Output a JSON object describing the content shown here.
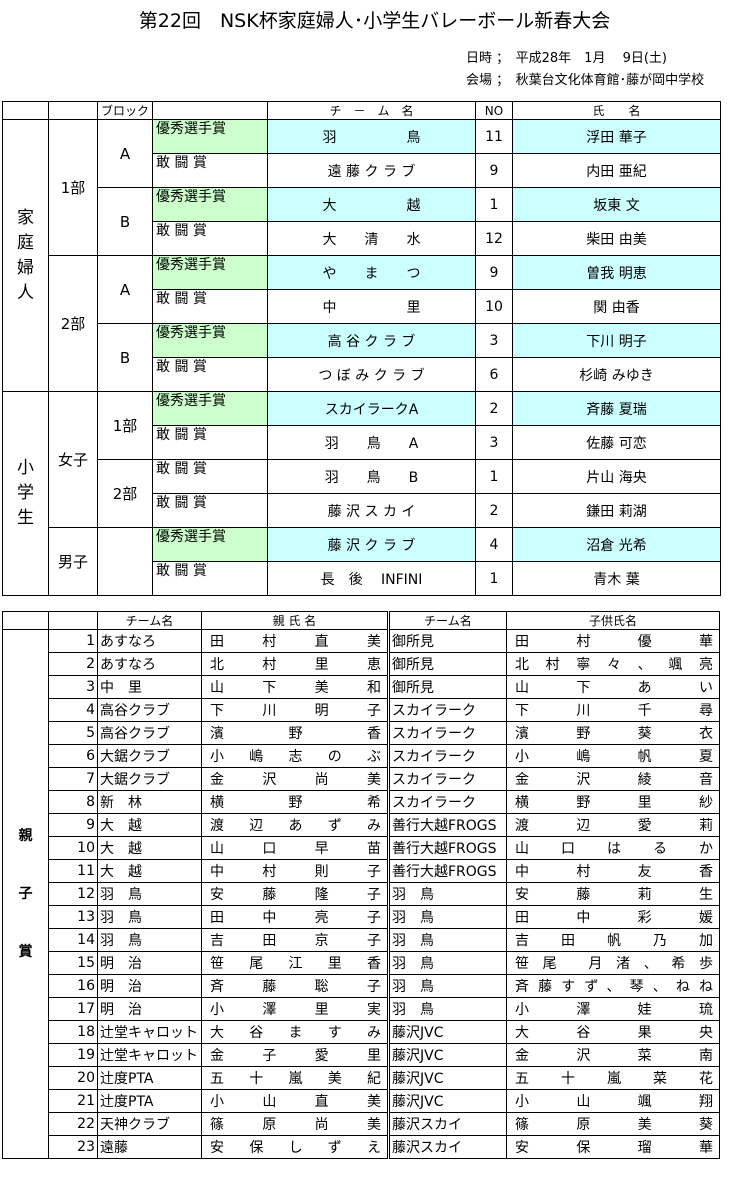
{
  "title": "第22回　NSK杯家庭婦人･小学生バレーボール新春大会",
  "date_line": "日時 ；　平成28年　1月　 9日(土)",
  "venue_line": "会場 ；　秋葉台文化体育館･藤が岡中学校",
  "awards_header": {
    "block": "ブロック",
    "team": "チ　－　ム　名",
    "no": "NO",
    "name": "氏　　名"
  },
  "groups": {
    "katei": "家庭婦人",
    "shogaku": "小学生"
  },
  "levels": {
    "div1": "1部",
    "div2": "2部",
    "girls": "女子",
    "boys": "男子",
    "div1b": "1部",
    "div2b": "2部"
  },
  "blocks": {
    "a1": "A",
    "b1": "B",
    "a2": "A",
    "b2": "B"
  },
  "award_rows": [
    {
      "award": "優秀選手賞",
      "team": "羽　　　　　鳥",
      "no": "11",
      "name": "浮田 華子"
    },
    {
      "award": "敢 闘 賞",
      "team": "遠 藤 ク ラ ブ",
      "no": "9",
      "name": "内田 亜紀"
    },
    {
      "award": "優秀選手賞",
      "team": "大　　　　　越",
      "no": "1",
      "name": "坂東 文"
    },
    {
      "award": "敢 闘 賞",
      "team": "大　　清　　水",
      "no": "12",
      "name": "柴田 由美"
    },
    {
      "award": "優秀選手賞",
      "team": "や　　ま　　つ",
      "no": "9",
      "name": "曽我 明恵"
    },
    {
      "award": "敢 闘 賞",
      "team": "中　　　　　里",
      "no": "10",
      "name": "関 由香"
    },
    {
      "award": "優秀選手賞",
      "team": "高 谷 ク ラ ブ",
      "no": "3",
      "name": "下川 明子"
    },
    {
      "award": "敢 闘 賞",
      "team": "つ ぼ み ク ラ ブ",
      "no": "6",
      "name": "杉崎 みゆき"
    },
    {
      "award": "優秀選手賞",
      "team": "スカイラークA",
      "no": "2",
      "name": "斉藤 夏瑞"
    },
    {
      "award": "敢 闘 賞",
      "team": "羽　　鳥　　A",
      "no": "3",
      "name": "佐藤 可恋"
    },
    {
      "award": "敢 闘 賞",
      "team": "羽　　鳥　　B",
      "no": "1",
      "name": "片山 海央"
    },
    {
      "award": "敢 闘 賞",
      "team": "藤 沢 ス カ イ",
      "no": "2",
      "name": "鎌田 莉湖"
    },
    {
      "award": "優秀選手賞",
      "team": "藤 沢 ク ラ ブ",
      "no": "4",
      "name": "沼倉 光希"
    },
    {
      "award": "敢 闘 賞",
      "team": "長　後　 INFINI",
      "no": "1",
      "name": "青木 葉"
    }
  ],
  "parents_header": {
    "team": "チーム名",
    "parent": "親 氏 名",
    "team2": "チーム名",
    "child": "子供氏名"
  },
  "parents_label": "親子賞",
  "parent_rows": [
    {
      "n": "1",
      "pteam": "あすなろ",
      "parent": "田村直美",
      "cteam": "御所見",
      "child": "田村優華"
    },
    {
      "n": "2",
      "pteam": "あすなろ",
      "parent": "北村里恵",
      "cteam": "御所見",
      "child": "北村寧々、颯亮"
    },
    {
      "n": "3",
      "pteam": "中　里",
      "parent": "山下美和",
      "cteam": "御所見",
      "child": "山下あい"
    },
    {
      "n": "4",
      "pteam": "高谷クラブ",
      "parent": "下川明子",
      "cteam": "スカイラーク",
      "child": "下川千尋"
    },
    {
      "n": "5",
      "pteam": "高谷クラブ",
      "parent": "濱野香",
      "cteam": "スカイラーク",
      "child": "濱野葵衣"
    },
    {
      "n": "6",
      "pteam": "大鋸クラブ",
      "parent": "小嶋志のぶ",
      "cteam": "スカイラーク",
      "child": "小嶋帆夏"
    },
    {
      "n": "7",
      "pteam": "大鋸クラブ",
      "parent": "金沢尚美",
      "cteam": "スカイラーク",
      "child": "金沢綾音"
    },
    {
      "n": "8",
      "pteam": "新　林",
      "parent": "横野希",
      "cteam": "スカイラーク",
      "child": "横野里紗"
    },
    {
      "n": "9",
      "pteam": "大　越",
      "parent": "渡辺あずみ",
      "cteam": "善行大越FROGS",
      "child": "渡辺愛莉"
    },
    {
      "n": "10",
      "pteam": "大　越",
      "parent": "山口早苗",
      "cteam": "善行大越FROGS",
      "child": "山口はるか"
    },
    {
      "n": "11",
      "pteam": "大　越",
      "parent": "中村則子",
      "cteam": "善行大越FROGS",
      "child": "中村友香"
    },
    {
      "n": "12",
      "pteam": "羽　鳥",
      "parent": "安藤隆子",
      "cteam": "羽　鳥",
      "child": "安藤莉生"
    },
    {
      "n": "13",
      "pteam": "羽　鳥",
      "parent": "田中亮子",
      "cteam": "羽　鳥",
      "child": "田中彩媛"
    },
    {
      "n": "14",
      "pteam": "羽　鳥",
      "parent": "吉田京子",
      "cteam": "羽　鳥",
      "child": "吉田帆乃加"
    },
    {
      "n": "15",
      "pteam": "明　治",
      "parent": "笹尾江里香",
      "cteam": "羽　鳥",
      "child": "笹尾 月渚、希歩"
    },
    {
      "n": "16",
      "pteam": "明　治",
      "parent": "斉藤聡子",
      "cteam": "羽　鳥",
      "child": "斉藤すず、琴、ねね"
    },
    {
      "n": "17",
      "pteam": "明　治",
      "parent": "小澤里実",
      "cteam": "羽　鳥",
      "child": "小澤娃琉"
    },
    {
      "n": "18",
      "pteam": "辻堂キャロット",
      "parent": "大谷ますみ",
      "cteam": "藤沢JVC",
      "child": "大谷果央"
    },
    {
      "n": "19",
      "pteam": "辻堂キャロット",
      "parent": "金子愛里",
      "cteam": "藤沢JVC",
      "child": "金沢菜南"
    },
    {
      "n": "20",
      "pteam": "辻度PTA",
      "parent": "五十嵐美紀",
      "cteam": "藤沢JVC",
      "child": "五十嵐菜花"
    },
    {
      "n": "21",
      "pteam": "辻度PTA",
      "parent": "小山直美",
      "cteam": "藤沢JVC",
      "child": "小山颯翔"
    },
    {
      "n": "22",
      "pteam": "天神クラブ",
      "parent": "篠原尚美",
      "cteam": "藤沢スカイ",
      "child": "篠原美葵"
    },
    {
      "n": "23",
      "pteam": "遠藤",
      "parent": "安保しずえ",
      "cteam": "藤沢スカイ",
      "child": "安保瑠華"
    }
  ]
}
